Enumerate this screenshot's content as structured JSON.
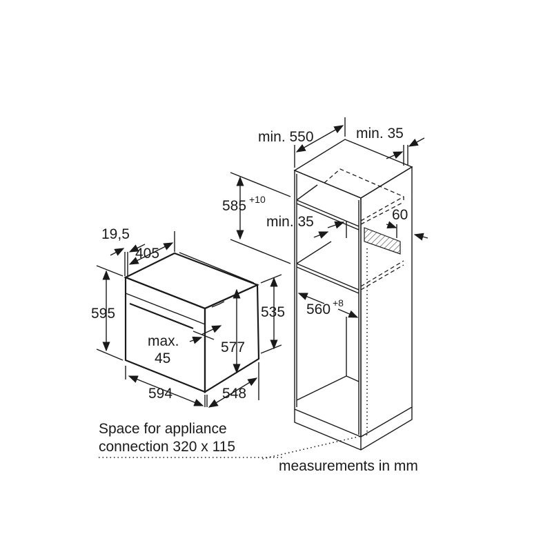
{
  "oven": {
    "dim_19_5": "19,5",
    "dim_405": "405",
    "dim_595": "595",
    "dim_535": "535",
    "dim_577": "577",
    "dim_max": "max.",
    "dim_45": "45",
    "dim_594": "594",
    "dim_548": "548"
  },
  "cabinet": {
    "min_550": "min. 550",
    "min_35_top": "min. 35",
    "dim_585": "585",
    "dim_585_tol": "+10",
    "min_35_mid": "min. 35",
    "dim_60": "60",
    "dim_560": "560",
    "dim_560_tol": "+8"
  },
  "notes": {
    "connection_line1": "Space for appliance",
    "connection_line2": "connection 320 x 115",
    "units": "measurements in mm"
  }
}
